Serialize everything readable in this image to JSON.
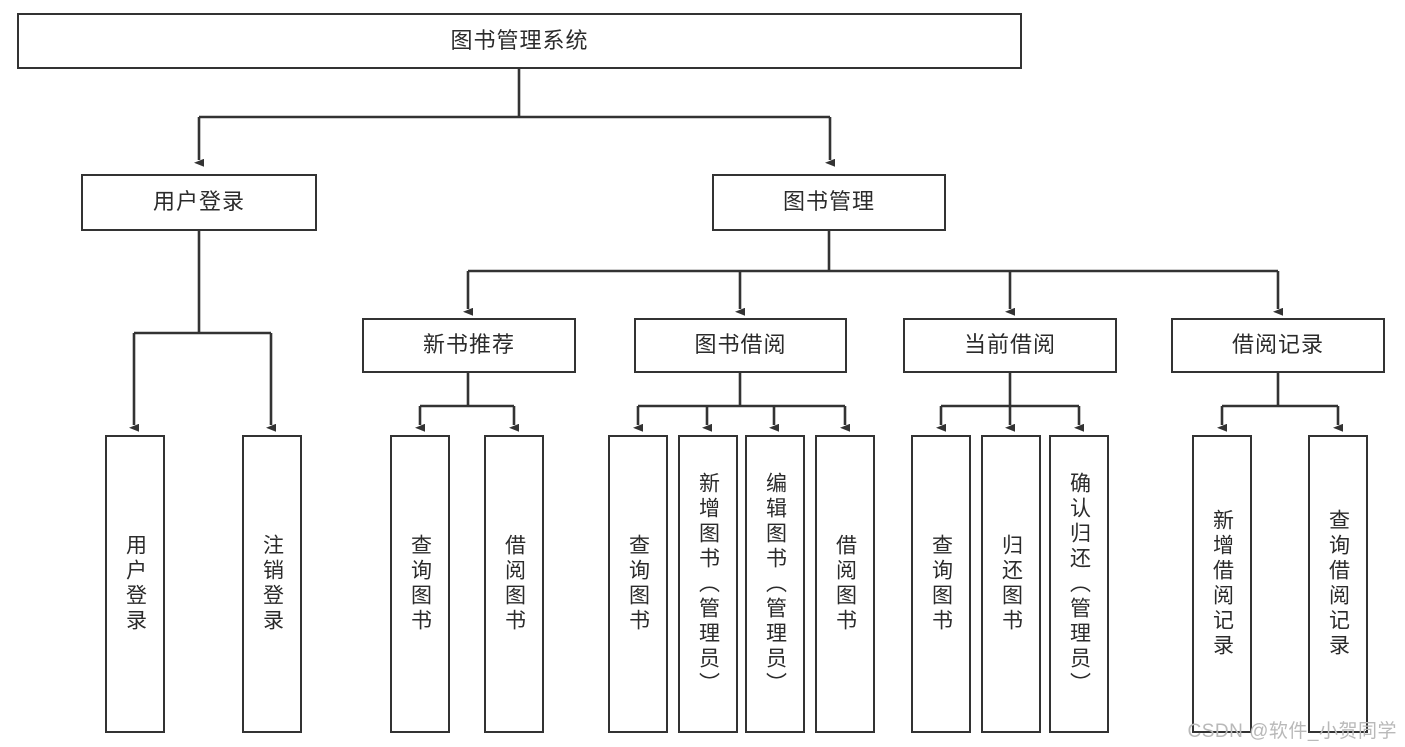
{
  "diagram": {
    "title": "图书管理系统",
    "type": "tree-hierarchy",
    "watermark": "CSDN @软件_小贺同学",
    "line_color": "#333333",
    "box_fill": "#ffffff",
    "text_color": "#2b2b2b",
    "levels": {
      "root": {
        "label": "图书管理系统"
      },
      "level2": [
        {
          "id": "user-login",
          "label": "用户登录"
        },
        {
          "id": "book-management",
          "label": "图书管理"
        }
      ],
      "level3": [
        {
          "id": "new-book-recommend",
          "label": "新书推荐",
          "parent": "book-management"
        },
        {
          "id": "book-borrow",
          "label": "图书借阅",
          "parent": "book-management"
        },
        {
          "id": "current-borrow",
          "label": "当前借阅",
          "parent": "book-management"
        },
        {
          "id": "borrow-record",
          "label": "借阅记录",
          "parent": "book-management"
        }
      ],
      "leaves": {
        "user-login": [
          {
            "id": "leaf-user-login",
            "label": "用户登录"
          },
          {
            "id": "leaf-logout-login",
            "label": "注销登录"
          }
        ],
        "new-book-recommend": [
          {
            "id": "leaf-query-book-1",
            "label": "查询图书"
          },
          {
            "id": "leaf-borrow-book-1",
            "label": "借阅图书"
          }
        ],
        "book-borrow": [
          {
            "id": "leaf-query-book-2",
            "label": "查询图书"
          },
          {
            "id": "leaf-add-book",
            "label": "新增图书（管理员）"
          },
          {
            "id": "leaf-edit-book",
            "label": "编辑图书（管理员）"
          },
          {
            "id": "leaf-borrow-book-2",
            "label": "借阅图书"
          }
        ],
        "current-borrow": [
          {
            "id": "leaf-query-book-3",
            "label": "查询图书"
          },
          {
            "id": "leaf-return-book",
            "label": "归还图书"
          },
          {
            "id": "leaf-confirm-return",
            "label": "确认归还（管理员）"
          }
        ],
        "borrow-record": [
          {
            "id": "leaf-add-record",
            "label": "新增借阅记录"
          },
          {
            "id": "leaf-query-record",
            "label": "查询借阅记录"
          }
        ]
      }
    }
  }
}
